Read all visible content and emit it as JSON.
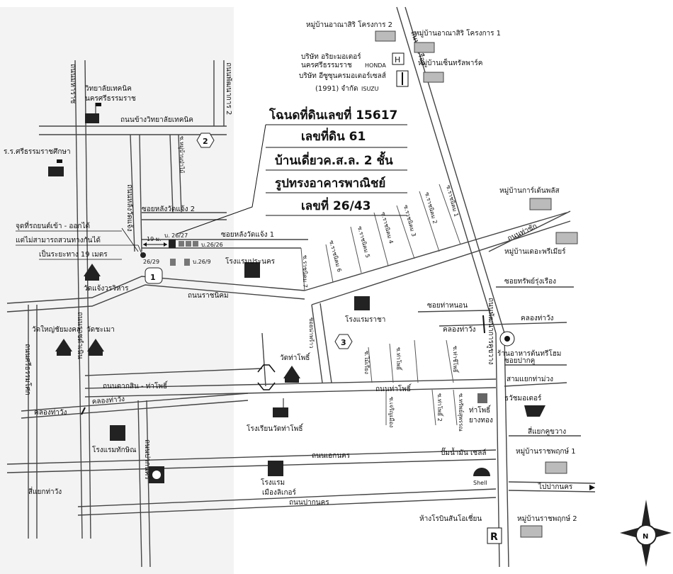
{
  "title": {
    "line1": "โฉนดที่ดินเลขที่ 15617",
    "line2": "เลขที่ดิน 61",
    "line3": "บ้านเดี่ยวค.ส.ล. 2 ชั้น",
    "line4": "รูปทรงอาคารพาณิชย์",
    "line5": "เลขที่ 26/43"
  },
  "note": {
    "line1": "จุดที่รถยนต์เข้า - ออกได้",
    "line2": "แต่ไม่สามารถสวนทางกันได้",
    "line3": "เป็นระยะทาง 19 เมตร"
  },
  "distance": "19 ม.",
  "markers": [
    "1",
    "2",
    "3"
  ],
  "houses": [
    "บ. 26/27",
    "บ.26/26",
    "บ.26/9",
    "26/29"
  ],
  "roads": {
    "tech_side": "ถนนข้างวิทยาลัยเทคนิค",
    "ratchanikhom": "ถนนราชนิคม",
    "taksin_thaphoe": "ถนนตากสิน - ท่าโพธิ์",
    "thaphoe": "ถนนท่าโพธิ์",
    "ekanakhon": "ถนนเอกนคร",
    "paknakhon": "ถนนปากนคร",
    "phatthanakan_khukhwang": "ถนนพัฒนาการคูขวาง",
    "tha_sak": "ถนนท่าซัก",
    "maharat": "ถนนมหาราช",
    "ratchadamnoen": "ถนนราชดำเนิน",
    "rung_ruang": "ถนนรุ่งเรือง",
    "nakhon_rat": "ถนนพัฒนาการ 2",
    "ratchadamnoen_vert": "ถนนหลังวัดแจ้ง",
    "sri_thammasok": "ถนนศรีธรรมโศก",
    "pak_nakhon_vert": "ถนนปากนคร",
    "khlong_tha_wang": "คลองท่าวัง",
    "khlong_tha_wang2": "คลองท่าวัง"
  },
  "sois": {
    "lang_wat_chaeng_2": "ซอยหลังวัดแจ้ง 2",
    "lang_wat_chaeng_1": "ซอยหลังวัดแจ้ง 1",
    "ratchanikhom7": "ซ.ราชนิคม 7",
    "ratchanikhom6": "ซ.ราชนิคม 6",
    "ratchanikhom5": "ซ.ราชนิคม 5",
    "ratchanikhom4": "ซ.ราชนิคม 4",
    "ratchanikhom3": "ซ.ราชนิคม 3",
    "ratchanikhom2": "ซ.ราชนิคม 2",
    "ratchanikhom1": "ซ.ราชนิคม 1",
    "tha_non": "ซอยท่าหนอน",
    "sap_rung_ruang": "ซอยทรัพย์รุ่งเรือง",
    "pak_khu": "ซอยปากคู",
    "nam_prathip": "ซอยน่าพร้าว",
    "mu_ban_panrai": "ซ.หมู่บ้านป่าไม้",
    "s_nakhon": "ซ.ไม้เรียง",
    "s_thongphun": "ซ.ท่าโพธิ์",
    "s_wat": "ซ.ท่าชีโพธิ์",
    "s_ss": "ซ.เจริญเมือง",
    "s_x": "ซ.ท่าโพธิ์ 2",
    "s_y": "ซ.ทรัพย์สุพรรณ"
  },
  "places": {
    "tech_college": [
      "วิทยาลัยเทคนิค",
      "นครศรีธรรมราช"
    ],
    "school_srithammarat": "ร.ร.ศรีธรรมราชศึกษา",
    "wat_chaeng": "วัดแจ้งวรวิหาร",
    "wat_yai_chaimongkhon": "วัดใหญ่ชัยมงคล",
    "wat_samae": "วัดชะเมา",
    "hotel_prachanakhon": "โรงแรมประนคร",
    "hotel_racha": "โรงแรมราชา",
    "wat_thaphoe": "วัดท่าโพธิ์",
    "school_wat_thaphoe": "โรงเรียนวัดท่าโพธิ์",
    "hotel_thaksin": "โรงแรมทักษิณ",
    "hotel_mueang_lighter": [
      "โรงแรม",
      "เมืองลิเกอร์"
    ],
    "shell": "ปั๊มน้ำมัน เชลล์",
    "restaurant": "ร้านอาหารต้นทรีโฮม",
    "thaphoe_yangthong": [
      "ท่าโพธิ์",
      "ยางทอง"
    ],
    "honda_motor": "ธวัชมอเตอร์",
    "robinson": "ห้างโรบินสันโอเชี่ยน",
    "honda_company": [
      "บริษัท อริยะมอเตอร์",
      "นครศรีธรรมราช"
    ],
    "isuzu_company": [
      "บริษัท อีซูซุนครมอเตอร์เซลส์",
      "(1991) จำกัด"
    ],
    "honda_brand": "HONDA",
    "isuzu_brand": "ISUZU",
    "village_arunasiri2": "หมู่บ้านอาณาสิริ โครงการ 2",
    "village_arunasiri1": "หมู่บ้านอาณาสิริ โครงการ 1",
    "village_suan_park": "หมู่บ้านเซ็นทรัลพาร์ค",
    "village_garden": "หมู่บ้านการ์เด้นพลัส",
    "village_premier": "หมู่บ้านเดอะพรีเมียร์",
    "village_ratchaphruek1": "หมู่บ้านราชพฤกษ์ 1",
    "village_ratchaphruek2": "หมู่บ้านราชพฤกษ์ 2",
    "shell_brand": "Shell",
    "junction_khukhwang": "สี่แยกคูขวาง",
    "junction_thawang": "สี่แยกท่าวัง",
    "junction_bo_muang": "สามแยกท่าม่วง",
    "pak_nakhon_dir": "ไปปากนคร",
    "khlong_tha_wang_e": "คลองท่าวัง",
    "khlong_tha_wang_e2": "คลองท่าวัง"
  },
  "compass": "N",
  "colors": {
    "ink": "#111111",
    "road": "#444444",
    "bg": "#ffffff"
  }
}
